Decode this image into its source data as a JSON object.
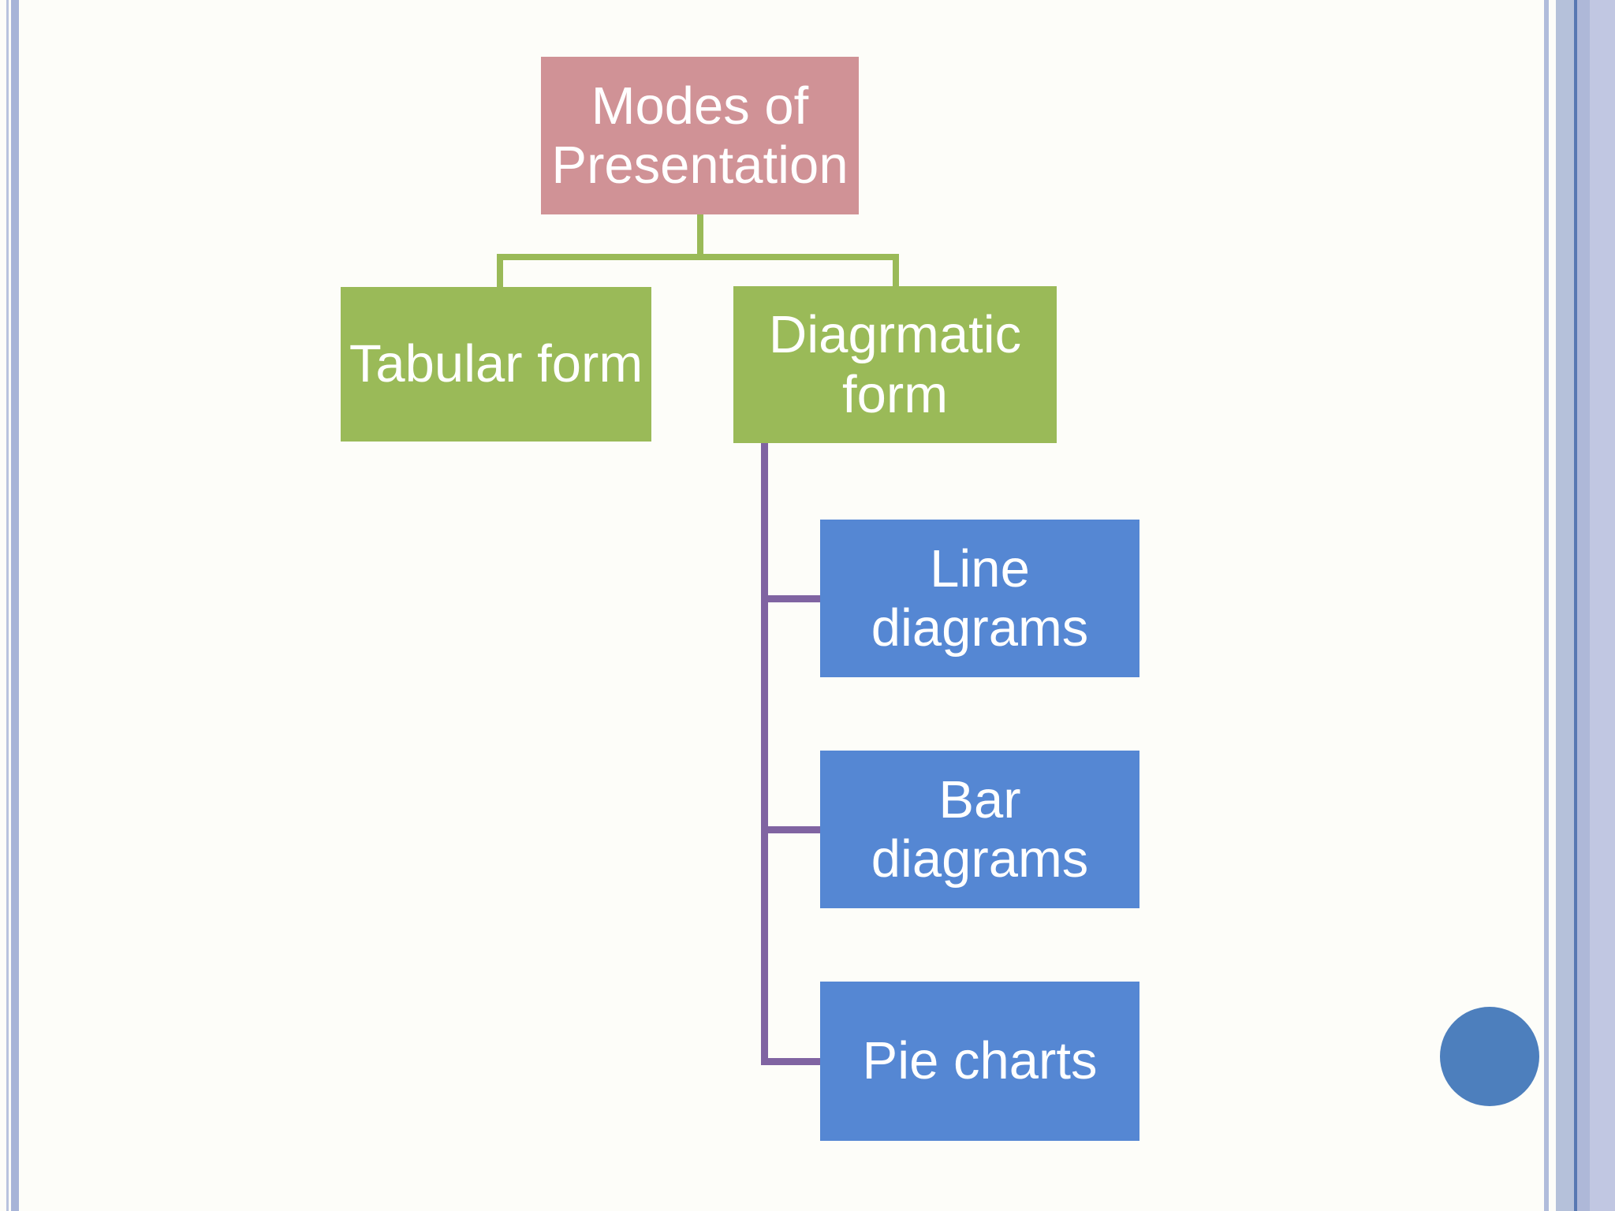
{
  "slide": {
    "background": "#fdfdf9",
    "frame": {
      "left_stripe_thin": "#b9c3de",
      "left_stripe_thick": "#a7b4d8",
      "right_stripe_thin": "#b0bcdb",
      "right_stripe_inner": "#b5c1da",
      "right_accent_line": "#5878b2",
      "right_stripe_mid": "#aeb8d8",
      "right_stripe_outer": "#c1c7e2"
    }
  },
  "diagram": {
    "type": "hierarchy",
    "level1_connector_color": "#9aba58",
    "level2_connector_color": "#8064a2",
    "text_color": "#ffffff",
    "root": {
      "label": "Modes of Presentation",
      "lines": [
        "Modes of",
        "Presentation"
      ],
      "fill": "#d09296"
    },
    "children": [
      {
        "label": "Tabular form",
        "lines": [
          "Tabular form"
        ],
        "fill": "#9aba58"
      },
      {
        "label": "Diagrmatic form",
        "lines": [
          "Diagrmatic",
          "form"
        ],
        "fill": "#9aba58",
        "children": [
          {
            "label": "Line diagrams",
            "lines": [
              "Line",
              "diagrams"
            ],
            "fill": "#5587d3"
          },
          {
            "label": "Bar diagrams",
            "lines": [
              "Bar",
              "diagrams"
            ],
            "fill": "#5587d3"
          },
          {
            "label": "Pie charts",
            "lines": [
              "Pie charts"
            ],
            "fill": "#5587d3"
          }
        ]
      }
    ]
  },
  "decorations": {
    "corner_circle_color": "#4d7fbd"
  }
}
